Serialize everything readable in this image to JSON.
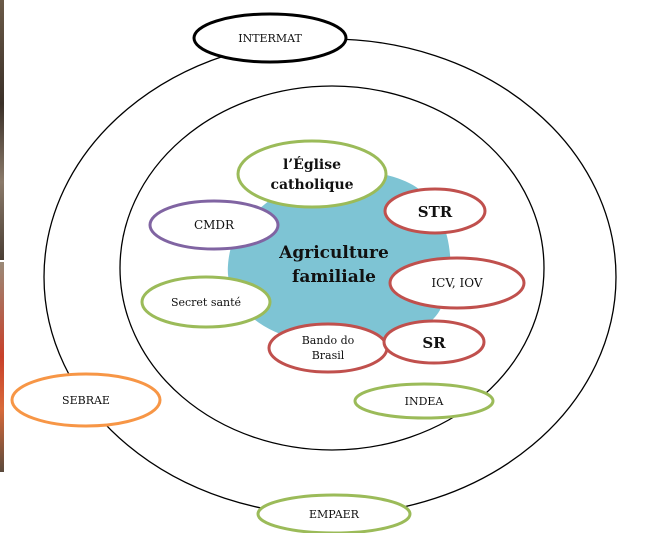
{
  "diagram": {
    "center": {
      "line1": "Agriculture",
      "line2": "familiale"
    },
    "nodes": {
      "intermat": {
        "label": "INTERMAT",
        "color": "#000000"
      },
      "eglise": {
        "line1": "l’Église",
        "line2": "catholique",
        "color": "#9bbb59"
      },
      "cmdr": {
        "label": "CMDR",
        "color": "#8064a2"
      },
      "str": {
        "label": "STR",
        "color": "#c0504d"
      },
      "icv": {
        "label": "ICV, IOV",
        "color": "#c0504d"
      },
      "secret": {
        "label": "Secret santé",
        "color": "#9bbb59"
      },
      "bando": {
        "line1": "Bando do",
        "line2": "Brasil",
        "color": "#c0504d"
      },
      "sr": {
        "label": "SR",
        "color": "#c0504d"
      },
      "indea": {
        "label": "INDEA",
        "color": "#9bbb59"
      },
      "sebrae": {
        "label": "SEBRAE",
        "color": "#f79646"
      },
      "empaer": {
        "label": "EMPAER",
        "color": "#9bbb59"
      }
    },
    "colors": {
      "core_blob": "#7ec4d4",
      "rings": "#000000"
    }
  }
}
